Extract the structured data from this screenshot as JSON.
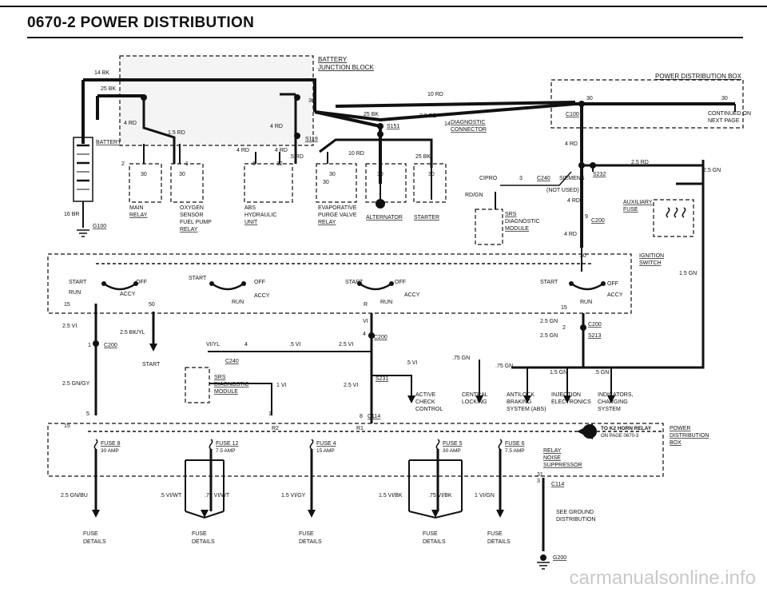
{
  "page": {
    "title": "0670-2  POWER DISTRIBUTION",
    "watermark": "carmanualsonline.info"
  },
  "top": {
    "battery_block": [
      "BATTERY",
      "JUNCTION BLOCK"
    ],
    "pdb_top": "POWER DISTRIBUTION BOX",
    "continued": [
      "CONTINUED ON",
      "NEXT PAGE"
    ],
    "wires": [
      "14 BK",
      "25 BK",
      "4 RD",
      "1.5 RD",
      "4 RD",
      "10 RD",
      "25 BK",
      "2.5 RD",
      "4 RD",
      "4 RD",
      ".5 RD",
      "10 RD",
      "25 BK",
      "4 RD",
      "2.5 RD",
      "2.5 GN",
      "16 BR",
      "RD/GN",
      "4 RD",
      "4 RD"
    ],
    "pins": [
      "30",
      "30",
      "30",
      "2",
      "1",
      "6",
      "12",
      "30",
      "30",
      "30",
      "30",
      "30",
      "30",
      "14"
    ],
    "connectors": [
      "S119",
      "S151",
      "C100",
      "S232",
      "C240",
      "C200"
    ],
    "diagnostic": [
      "DIAGNOSTIC",
      "CONNECTOR"
    ],
    "battery": "BATTERY",
    "ground_top": "G100",
    "labels": [
      [
        "MAIN",
        "RELAY"
      ],
      [
        "OXYGEN",
        "SENSOR",
        "FUEL PUMP",
        "RELAY"
      ],
      [
        "ABS",
        "HYDRAULIC",
        "UNIT"
      ],
      [
        "EVAPORATIVE",
        "PURGE VALVE",
        "RELAY"
      ],
      [
        "ALTERNATOR"
      ],
      [
        "STARTER"
      ]
    ],
    "cipro": "CIPRO",
    "siemens": [
      "SIEMENS",
      "(NOT USED)"
    ],
    "srs": [
      "SRS",
      "DIAGNOSTIC",
      "MODULE"
    ],
    "aux_fuse": [
      "AUXILIARY",
      "FUSE"
    ],
    "pin3": "3",
    "pin9": "9"
  },
  "ignition": {
    "switch": [
      "IGNITION",
      "SWITCH"
    ],
    "wire_right": "1.5 GN",
    "pin30": "30",
    "positions": [
      "START",
      "OFF",
      "RUN",
      "ACCY"
    ],
    "pins": [
      "15",
      "50",
      "R",
      "15"
    ],
    "start_label": "START"
  },
  "middle": {
    "wires": [
      "2.5 VI",
      "2.5 BK/YL",
      "VI/YL",
      "4",
      ".5 VI",
      "2.5 VI",
      "VI",
      "2.5 GN/GY",
      "1 VI",
      "2.5 VI",
      ".5 VI",
      ".75 GN",
      ".75 GN",
      "1.5 GN",
      ".5 GN",
      "2.5 GN",
      "2.5 GN"
    ],
    "connectors": [
      "C200",
      "C240",
      "C200",
      "S231",
      "C200",
      "S213"
    ],
    "pins": [
      "1",
      "4",
      "2"
    ],
    "start_arrow": "START",
    "srs": [
      "SRS",
      "DIAGNOSTIC",
      "MODULE"
    ],
    "loads": [
      [
        "ACTIVE",
        "CHECK",
        "CONTROL"
      ],
      [
        "CENTRAL",
        "LOCKING"
      ],
      [
        "ANTILOCK",
        "BRAKING",
        "SYSTEM (ABS)"
      ],
      [
        "INJECTION",
        "ELECTRONICS"
      ],
      [
        "INDICATORS,",
        "CHARGING",
        "SYSTEM"
      ]
    ],
    "c114": "C114",
    "p5": "5",
    "p1": "1",
    "p8": "8"
  },
  "fusebox": {
    "label": [
      "POWER",
      "DISTRIBUTION",
      "BOX"
    ],
    "r_labels": [
      "15",
      "R2",
      "R1"
    ],
    "fuses": [
      {
        "name": "FUSE 8",
        "amp": "30 AMP"
      },
      {
        "name": "FUSE 12",
        "amp": "7.5 AMP"
      },
      {
        "name": "FUSE 4",
        "amp": "15 AMP"
      },
      {
        "name": "FUSE 5",
        "amp": "30 AMP"
      },
      {
        "name": "FUSE 6",
        "amp": "7.5 AMP"
      }
    ],
    "horn": [
      "TO K2 HORN RELAY",
      "ON PAGE 0670-3"
    ],
    "g_tag": "G",
    "relay": [
      "RELAY",
      "NOISE",
      "SUPPRESSOR"
    ],
    "pin31": "31",
    "pin3": "3"
  },
  "bottom": {
    "wires": [
      "2.5 GN/BU",
      ".5 VI/WT",
      ".75 VI/WT",
      "1.5 VI/GY",
      "1.5 VI/BK",
      ".75 VI/BK",
      "1 VI/GN"
    ],
    "c114": "C114",
    "fuse_details": [
      "FUSE",
      "DETAILS"
    ],
    "ground_note": [
      "SEE GROUND",
      "DISTRIBUTION"
    ],
    "ground": "G200"
  }
}
